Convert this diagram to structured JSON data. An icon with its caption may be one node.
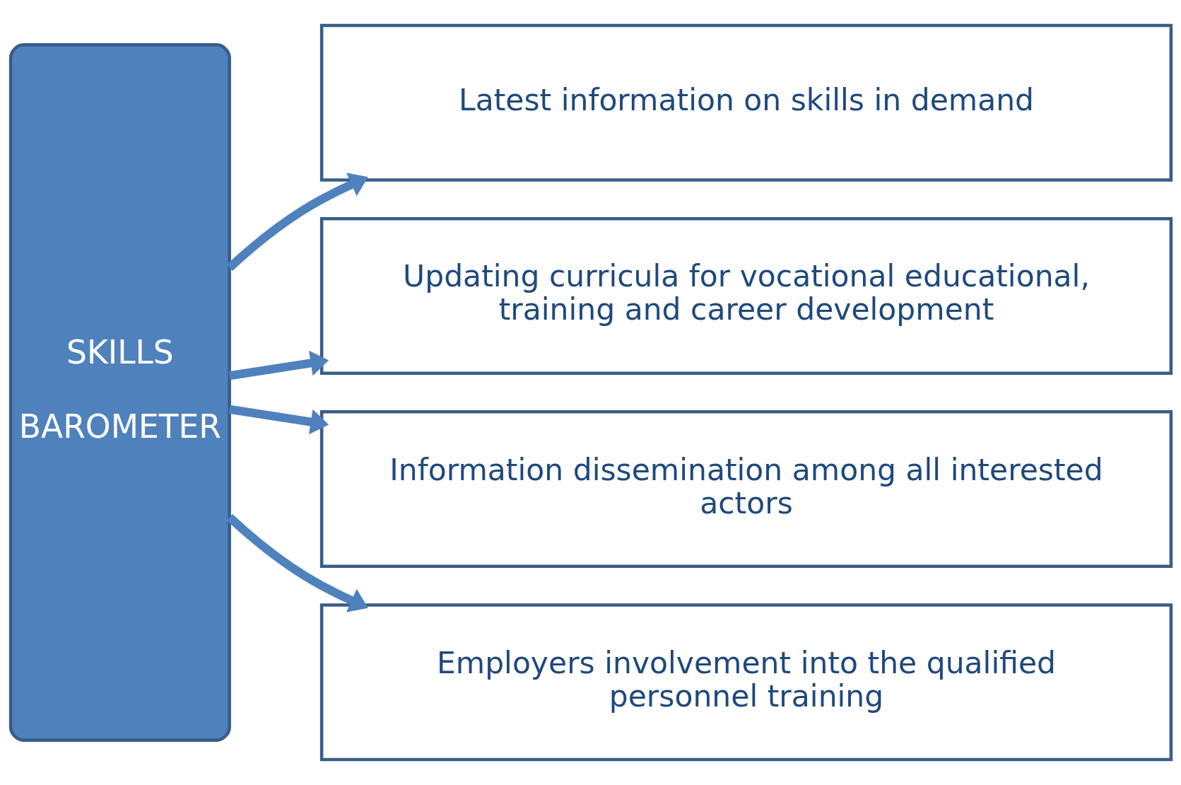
{
  "diagram": {
    "nodes": [
      {
        "text": [
          "SKILLS",
          "BAROMETER"
        ]
      },
      {
        "text": [
          "Latest information on skills in demand"
        ]
      },
      {
        "text": [
          "Updating curricula for vocational educational, training and career development"
        ]
      },
      {
        "text": [
          "Information dissemination among all interested actors"
        ]
      },
      {
        "text": [
          "Employers involvement into the qualified personnel training"
        ]
      }
    ],
    "edges": [
      {
        "from": 0,
        "to": 1,
        "arrow": "to"
      },
      {
        "from": 0,
        "to": 2,
        "arrow": "to"
      },
      {
        "from": 0,
        "to": 3,
        "arrow": "to"
      },
      {
        "from": 0,
        "to": 4,
        "arrow": "to"
      }
    ]
  }
}
